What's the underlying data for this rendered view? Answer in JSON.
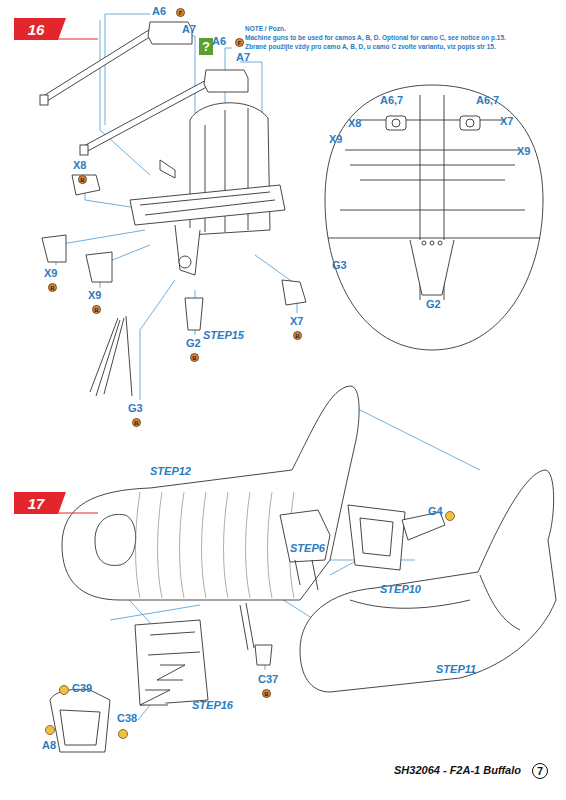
{
  "diagram": {
    "nodes": [
      {
        "text": [
          "16"
        ]
      },
      {
        "text": [
          "17"
        ]
      },
      {
        "text": [
          "?"
        ]
      }
    ],
    "labels": [
      "NOTE / Pozn.",
      "Machine guns to be used for camos A, B, D. Optional for camo C, see notice on p.15.",
      "Zbrané použijte vždy pro camo A, B, D, u camo C zvolte variantu, viz popis str 15.",
      "A6",
      "F",
      "A7",
      "A6",
      "F",
      "A7",
      "X8",
      "B",
      "X9",
      "B",
      "X9",
      "B",
      "G2",
      "B",
      "G3",
      "B",
      "X7",
      "B",
      "STEP15",
      "A6,7",
      "A6,7",
      "X8",
      "X7",
      "X9",
      "X9",
      "G3",
      "G2",
      "STEP12",
      "STEP6",
      "G4",
      "STEP10",
      "STEP11",
      "C39",
      "C37",
      "B",
      "C38",
      "STEP16",
      "A8",
      "SH32064 - F2A-1 Buffalo",
      "7"
    ]
  }
}
